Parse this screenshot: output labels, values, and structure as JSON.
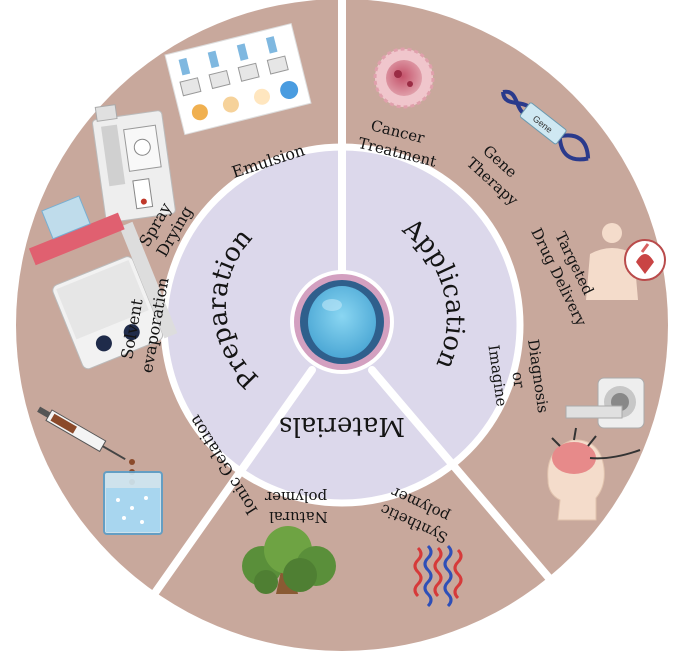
{
  "center": {
    "sectors": {
      "preparation": "Preparation",
      "application": "Application",
      "materials": "Materials"
    }
  },
  "outer": {
    "preparation": {
      "emulsion": "Emulsion",
      "spray_drying": [
        "Spray",
        "Drying"
      ],
      "solvent_evaporation": [
        "Solvent",
        "evaporation"
      ],
      "ionic_gelation": "Ionic Gelation"
    },
    "application": {
      "cancer_treatment": [
        "Cancer",
        "Treatment"
      ],
      "gene_therapy": [
        "Gene",
        "Therapy"
      ],
      "gene_label": "Gene",
      "targeted_drug_delivery": [
        "Targeted",
        "Drug Delivery"
      ],
      "diagnosis_imaging": [
        "Diagnosis",
        "or",
        "Imagine"
      ]
    },
    "materials": {
      "natural_polymer": [
        "Natural",
        "polymer"
      ],
      "synthetic_polymer": [
        "Synthetic",
        "polymer"
      ]
    }
  },
  "colors": {
    "outer_ring": "#c8a89c",
    "inner_disc": "#dcd8eb",
    "separator": "#ffffff",
    "nanoparticle_core": "#6ec2e6",
    "nanoparticle_shell": "#2f5f8c",
    "nanoparticle_ring": "#d3a0c0"
  },
  "icons": [
    "emulsion-schematic-icon",
    "spray-dryer-icon",
    "hotplate-stirrer-icon",
    "syringe-beaker-icon",
    "cancer-cell-icon",
    "dna-helix-icon",
    "human-heart-icon",
    "mri-scanner-icon",
    "brain-head-icon",
    "tree-icon",
    "polymer-chains-icon",
    "nanoparticle-icon"
  ]
}
